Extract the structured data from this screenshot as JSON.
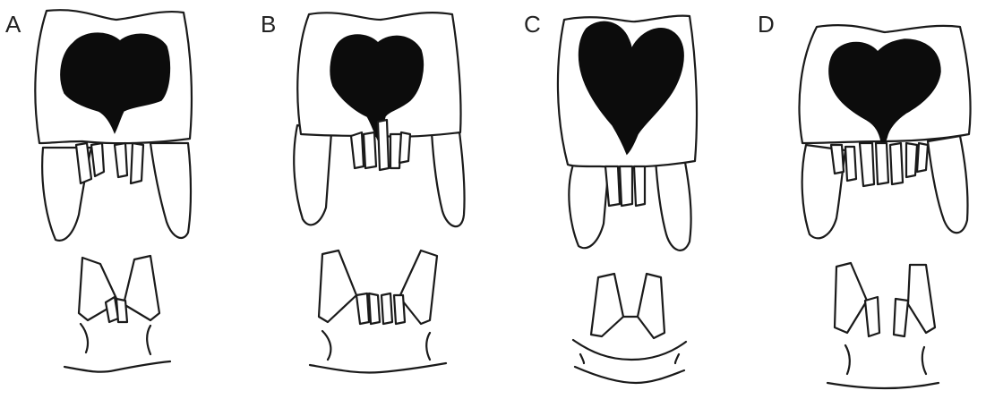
{
  "panels": [
    {
      "label": "A"
    },
    {
      "label": "B"
    },
    {
      "label": "C"
    },
    {
      "label": "D"
    }
  ],
  "colors": {
    "ink": "#1a1a1a",
    "heart_fill": "#0c0c0c",
    "background": "#ffffff"
  }
}
